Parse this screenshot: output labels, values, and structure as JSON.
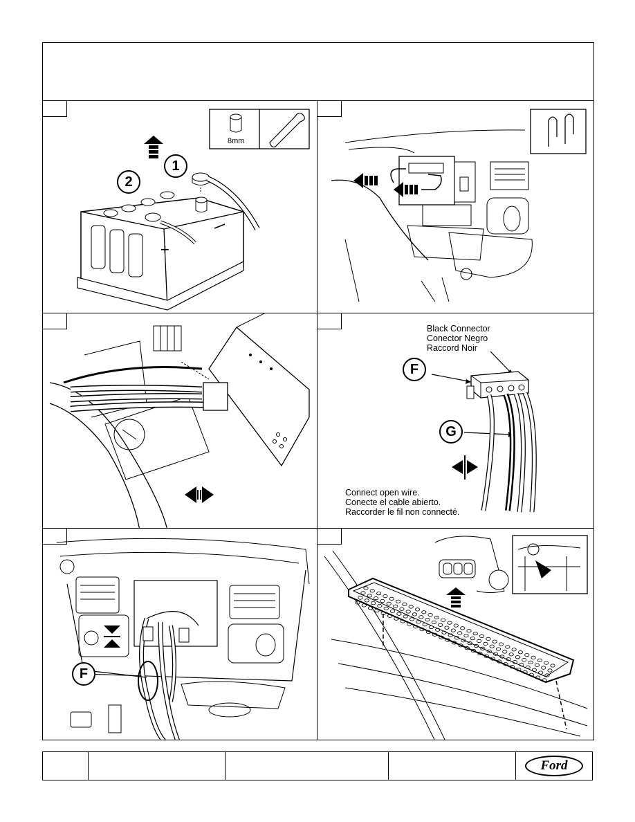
{
  "page": {
    "header_text": ""
  },
  "panels": [
    {
      "id": "battery",
      "step": "",
      "tool_label": "8mm",
      "callouts": [
        "1",
        "2"
      ]
    },
    {
      "id": "radio-removal",
      "step": ""
    },
    {
      "id": "harness-disconnect",
      "step": ""
    },
    {
      "id": "connector",
      "step": "",
      "connector_label": [
        "Black Connector",
        "Conector Negro",
        "Raccord Noir"
      ],
      "callouts": [
        "F",
        "G"
      ],
      "instruction": [
        "Connect open wire.",
        "Conecte el cable abierto.",
        "Raccorder le fil non connecté."
      ]
    },
    {
      "id": "harness-route",
      "step": "",
      "callouts": [
        "F"
      ]
    },
    {
      "id": "scuff-plate",
      "step": ""
    }
  ],
  "footer": {
    "cells": [
      "",
      "",
      "",
      ""
    ],
    "logo_text": "Ford"
  }
}
